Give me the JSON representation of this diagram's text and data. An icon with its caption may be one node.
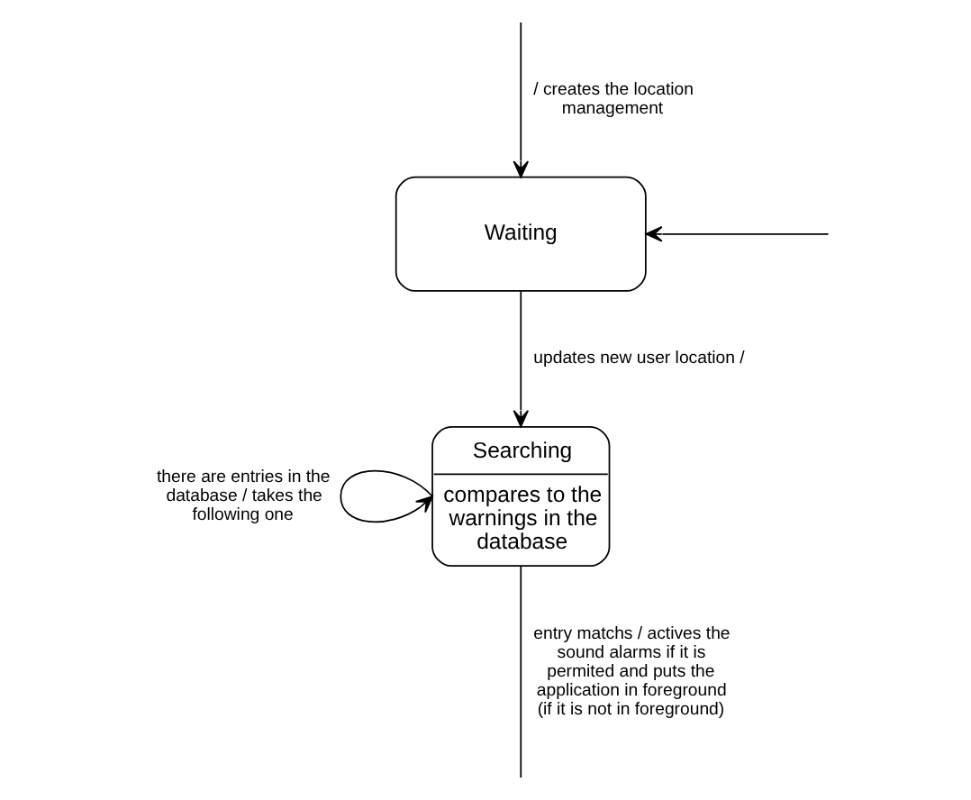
{
  "diagram": {
    "nodes": [
      {
        "text": [
          "Waiting"
        ]
      },
      {
        "text": [
          "Searching",
          "compares to the warnings in the database"
        ]
      }
    ],
    "edges": [
      {
        "from": null,
        "to": 0,
        "arrow": "to"
      },
      {
        "from": null,
        "to": 0,
        "arrow": "to",
        "label": "/ creates the location management"
      },
      {
        "from": 0,
        "to": 1,
        "arrow": "to",
        "label": "updates new user location /"
      },
      {
        "from": 1,
        "to": 1,
        "arrow": "to",
        "label": "there are entries in the database / takes the following one"
      },
      {
        "from": 1,
        "to": null,
        "arrow": "none",
        "label": "entry matchs / actives the sound alarms if it is permited and puts the application in foreground (if it is not in foreground)"
      }
    ]
  }
}
